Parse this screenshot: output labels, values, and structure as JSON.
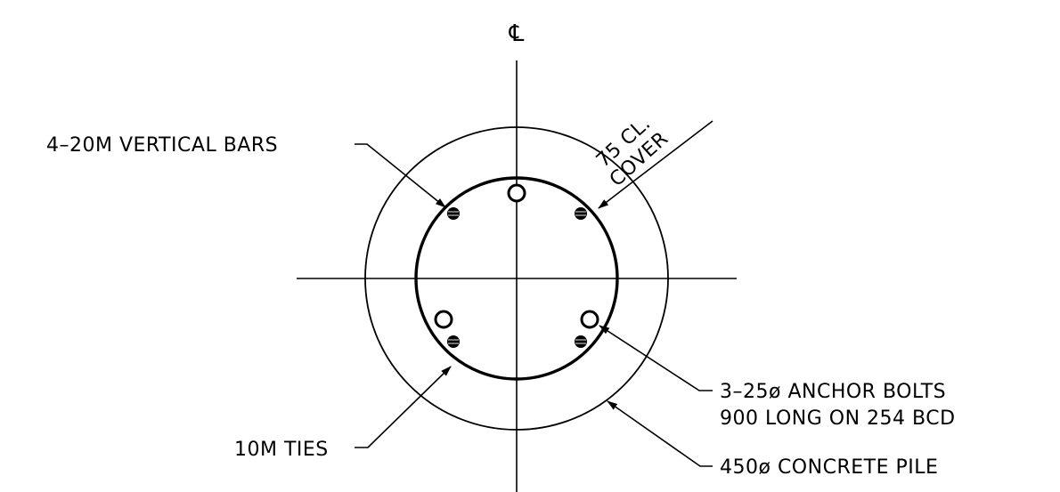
{
  "centerline_symbol": "℄",
  "labels": {
    "vertical_bars": "4–20M VERTICAL BARS",
    "cover_line1": "75 CL.",
    "cover_line2": "COVER",
    "ties": "10M TIES",
    "anchor_bolts_line1": "3–25ø ANCHOR BOLTS",
    "anchor_bolts_line2": "900 LONG ON 254 BCD",
    "concrete_pile": "450ø CONCRETE PILE"
  }
}
